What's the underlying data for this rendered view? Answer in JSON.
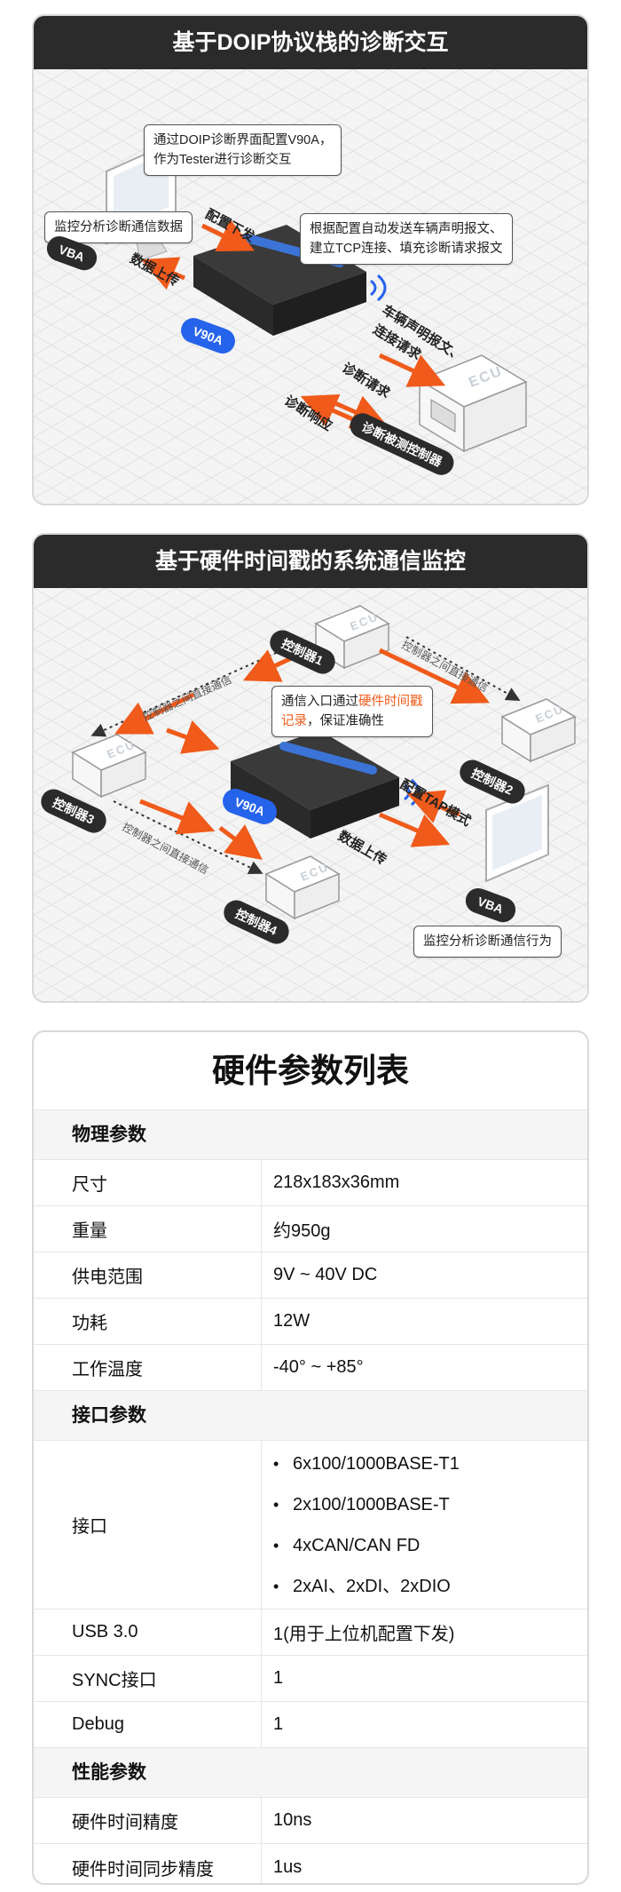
{
  "card1": {
    "title": "基于DOIP协议栈的诊断交互",
    "callout_config": "通过DOIP诊断界面配置V90A，\n作为Tester进行诊断交互",
    "callout_monitor": "监控分析诊断通信数据",
    "callout_auto_line1": "根据配置自动发送车辆声明报文、",
    "callout_auto_line2": "建立TCP连接、填充诊断请求报文",
    "label_config_down": "配置下发",
    "label_data_up": "数据上传",
    "label_vehicle_announce": "车辆声明报文、",
    "label_connect_request": "连接请求",
    "label_diag_request": "诊断请求",
    "label_diag_response": "诊断响应",
    "pill_vba": "VBA",
    "pill_v90a": "V90A",
    "pill_target": "诊断被测控制器",
    "ecu_label": "ECU"
  },
  "card2": {
    "title": "基于硬件时间戳的系统通信监控",
    "callout_main_pre": "通信入口通过",
    "callout_main_hl1": "硬件时间戳",
    "callout_main_hl2": "记录",
    "callout_main_post": "，保证准确性",
    "callout_monitor": "监控分析诊断通信行为",
    "pill_ctrl1": "控制器1",
    "pill_ctrl2": "控制器2",
    "pill_ctrl3": "控制器3",
    "pill_ctrl4": "控制器4",
    "pill_v90a": "V90A",
    "pill_vba": "VBA",
    "label_tap": "配置TAP模式",
    "label_data_up": "数据上传",
    "dotted_1": "控制器之间直接通信",
    "dotted_2": "控制器之间直接通信",
    "dotted_3": "控制器之间直接通信",
    "ecu_label": "ECU"
  },
  "table": {
    "title": "硬件参数列表",
    "physical": {
      "header": "物理参数",
      "rows": [
        {
          "label": "尺寸",
          "value": "218x183x36mm"
        },
        {
          "label": "重量",
          "value": "约950g"
        },
        {
          "label": "供电范围",
          "value": "9V ~ 40V DC"
        },
        {
          "label": "功耗",
          "value": "12W"
        },
        {
          "label": "工作温度",
          "value": "-40° ~ +85°"
        }
      ]
    },
    "interface": {
      "header": "接口参数",
      "iface_label": "接口",
      "iface_items": [
        "6x100/1000BASE-T1",
        "2x100/1000BASE-T",
        "4xCAN/CAN FD",
        "2xAI、2xDI、2xDIO"
      ],
      "rows": [
        {
          "label": "USB 3.0",
          "value": "1(用于上位机配置下发)"
        },
        {
          "label": "SYNC接口",
          "value": "1"
        },
        {
          "label": "Debug",
          "value": "1"
        }
      ]
    },
    "performance": {
      "header": "性能参数",
      "rows": [
        {
          "label": "硬件时间精度",
          "value": "10ns"
        },
        {
          "label": "硬件时间同步精度",
          "value": "1us"
        }
      ]
    }
  },
  "colors": {
    "header_bg": "#2b2b2b",
    "accent_orange": "#f05a1a",
    "accent_blue": "#2563eb",
    "grid_bg": "#f4f4f4"
  }
}
